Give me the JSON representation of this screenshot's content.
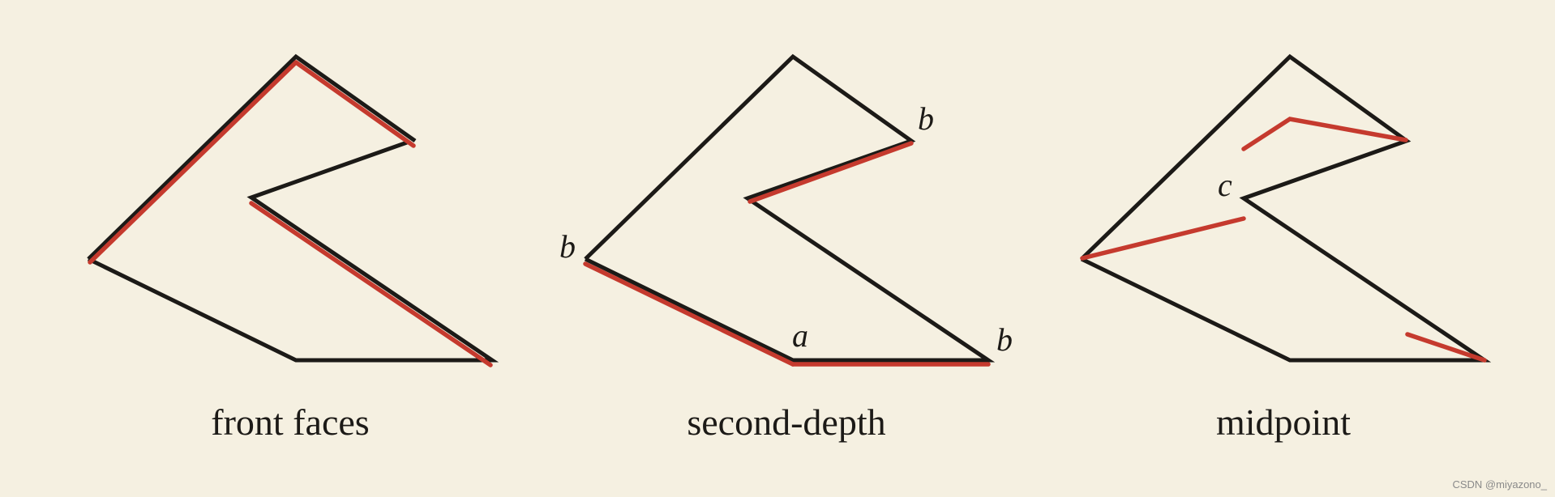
{
  "colors": {
    "background": "#f5f0e1",
    "outline": "#1c1a17",
    "highlight": "#c53a2e"
  },
  "panels": [
    {
      "caption": "front faces",
      "labels": {}
    },
    {
      "caption": "second-depth",
      "labels": {
        "top_right": "b",
        "left": "b",
        "bottom_center": "a",
        "bottom_right": "b"
      }
    },
    {
      "caption": "midpoint",
      "labels": {
        "notch": "c"
      }
    }
  ],
  "watermark": "CSDN @miyazono_"
}
